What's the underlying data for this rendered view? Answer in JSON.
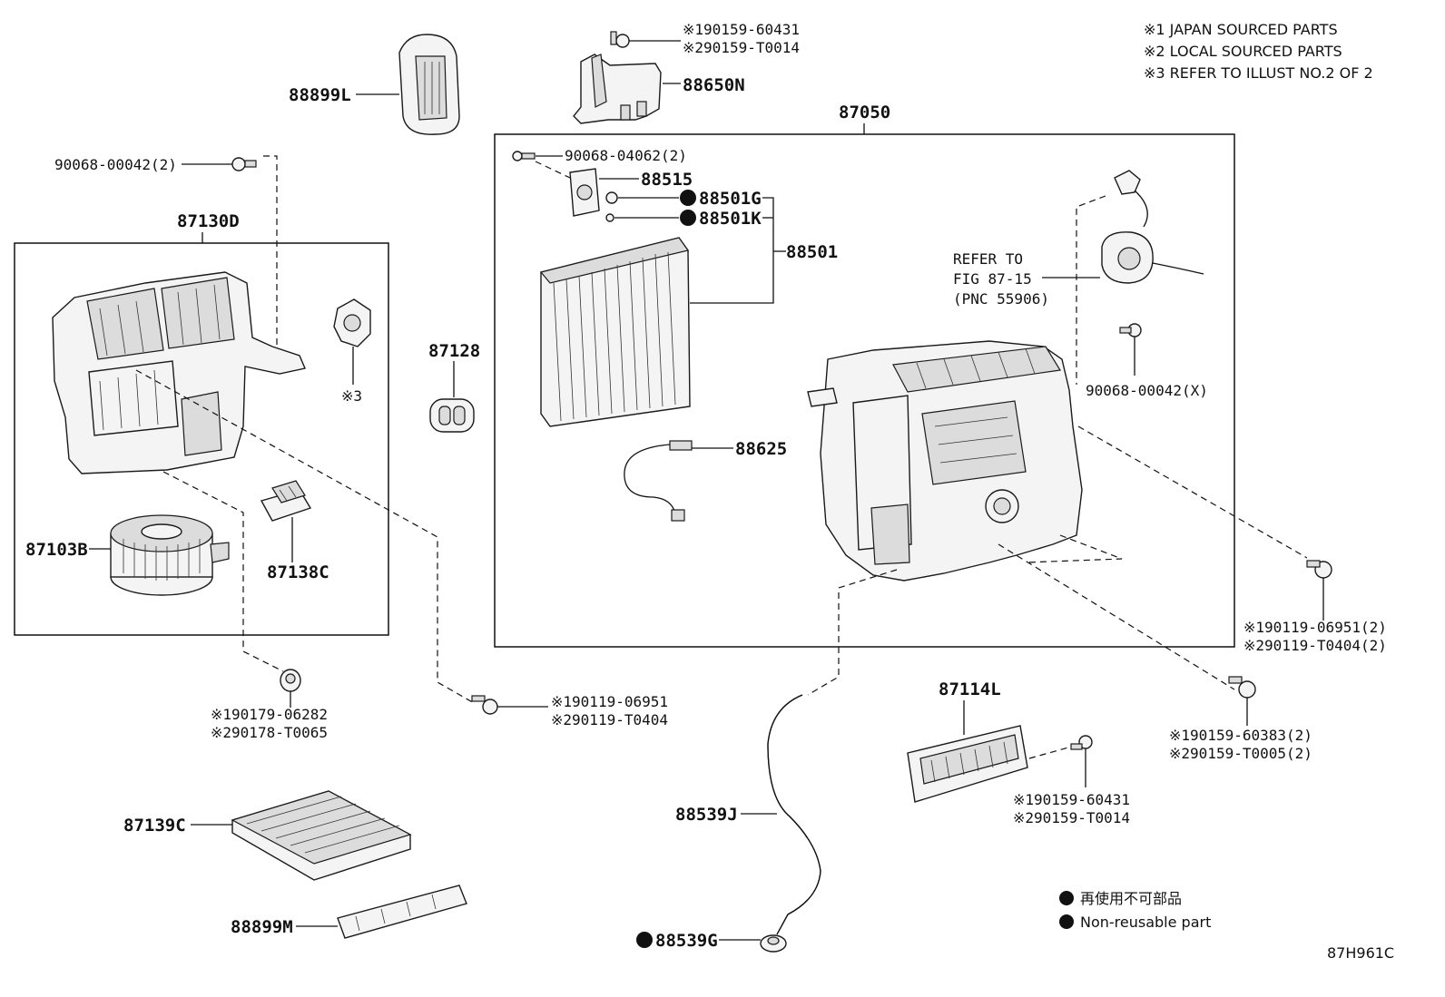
{
  "legend_notes": [
    "※1 JAPAN SOURCED PARTS",
    "※2 LOCAL SOURCED PARTS",
    "※3 REFER TO ILLUST NO.2 OF 2"
  ],
  "non_reusable_legend": {
    "jp": "再使用不可部品",
    "en": "Non-reusable part"
  },
  "diagram_code": "87H961C",
  "labels": {
    "p88899L": "88899L",
    "p88650N": "88650N",
    "p88650N_bolt_1": "※190159-60431",
    "p88650N_bolt_2": "※290159-T0014",
    "p87050": "87050",
    "p90068_00042_2": "90068-00042(2)",
    "p87130D": "87130D",
    "p90068_04062_2": "90068-04062(2)",
    "p88515": "88515",
    "p88501G": "88501G",
    "p88501K": "88501K",
    "p88501": "88501",
    "refer_1": "REFER TO",
    "refer_2": "FIG 87-15",
    "refer_3": "(PNC 55906)",
    "p90068_00042_X": "90068-00042(X)",
    "note3": "※3",
    "p87128": "87128",
    "p88625": "88625",
    "p87103B": "87103B",
    "p87138C": "87138C",
    "right_bolt_1": "※190119-06951(2)",
    "right_bolt_2": "※290119-T0404(2)",
    "mid_bolt_1": "※190119-06951",
    "mid_bolt_2": "※290119-T0404",
    "clip_1": "※190179-06282",
    "clip_2": "※290178-T0065",
    "p87114L": "87114L",
    "lower_bolt_1": "※190159-60383(2)",
    "lower_bolt_2": "※290159-T0005(2)",
    "p87114L_bolt_1": "※190159-60431",
    "p87114L_bolt_2": "※290159-T0014",
    "p87139C": "87139C",
    "p88539J": "88539J",
    "p88899M": "88899M",
    "p88539G": "88539G"
  }
}
